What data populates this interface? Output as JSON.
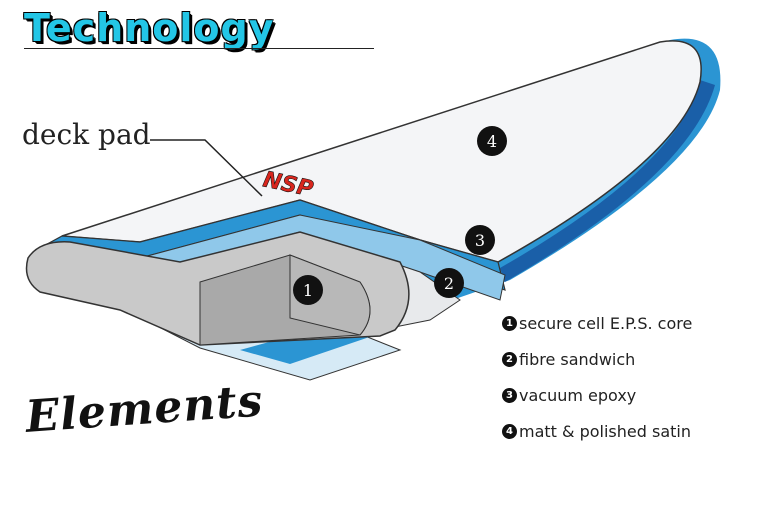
{
  "title": "Technology",
  "callout": {
    "label": "deck pad"
  },
  "brand": "NSP",
  "markers": [
    "1",
    "2",
    "3",
    "4"
  ],
  "legend": [
    {
      "num": "1",
      "text": "secure cell E.P.S. core"
    },
    {
      "num": "2",
      "text": "fibre sandwich"
    },
    {
      "num": "3",
      "text": "vacuum epoxy"
    },
    {
      "num": "4",
      "text": "matt & polished satin"
    }
  ],
  "subtitle": "Elements",
  "colors": {
    "accent": "#23c6e6",
    "board_blue": "#2b95d3",
    "dark_blue": "#1a5fa8",
    "core_gray": "#c9c9c9",
    "light_blue": "#d6eaf6"
  }
}
